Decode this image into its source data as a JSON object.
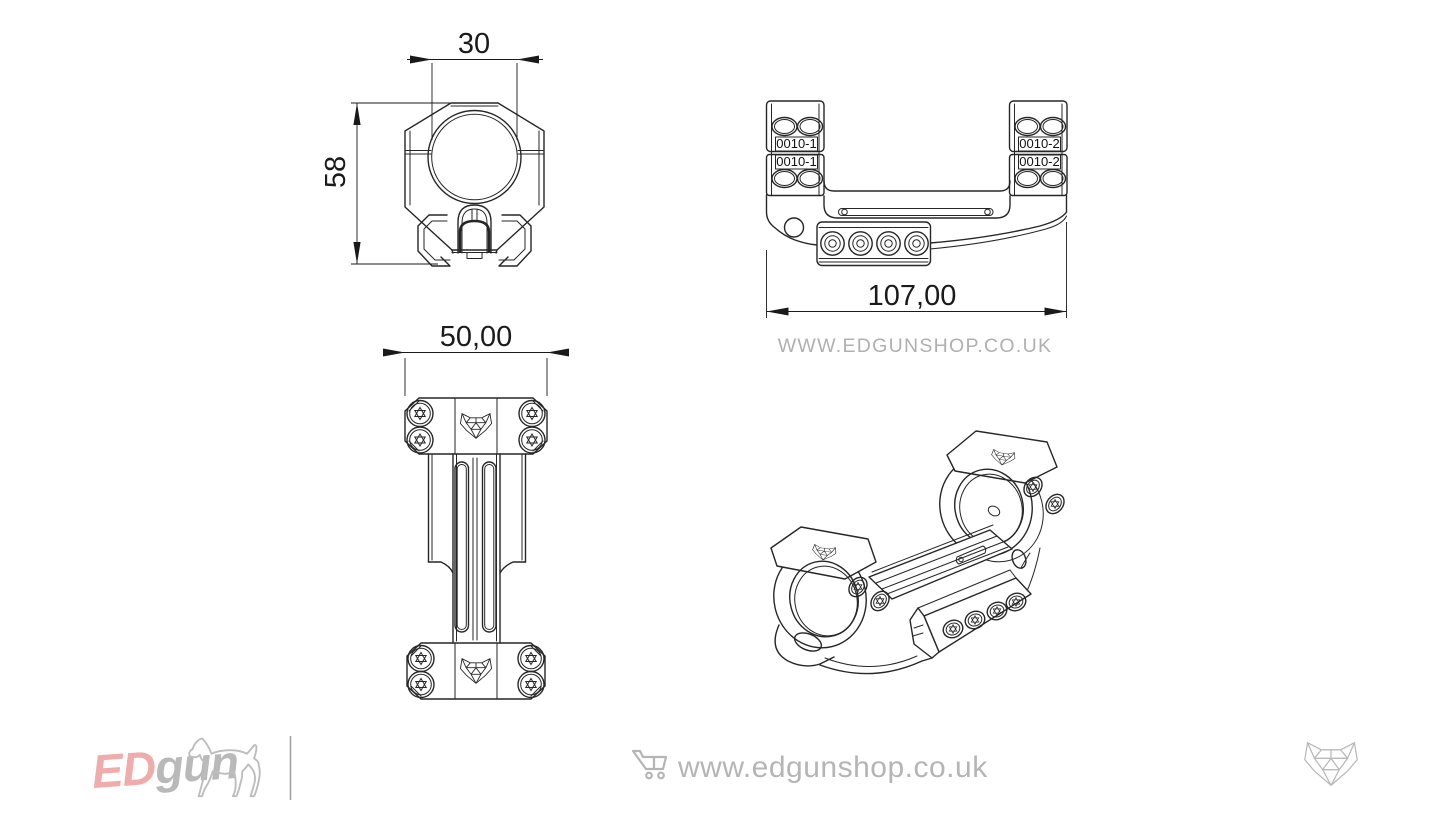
{
  "colors": {
    "background": "#ffffff",
    "drawing_line": "#262626",
    "dimension_text": "#1a1a1a",
    "watermark_gray": "#b0b0b0",
    "footer_gray": "#b5b5b5",
    "brand_pink": "#f0acaa",
    "divider_gray": "#9f9f9f"
  },
  "front_view": {
    "width_dim": "30",
    "height_dim": "58"
  },
  "top_view": {
    "width_dim": "50,00"
  },
  "side_view": {
    "width_dim": "107,00",
    "part_labels": {
      "left_top": "0010-1",
      "left_bottom": "0010-1",
      "right_top": "0010-2",
      "right_bottom": "0010-2"
    }
  },
  "watermark": {
    "text": "WWW.EDGUNSHOP.CO.UK"
  },
  "footer": {
    "brand_ed": "ED",
    "brand_gun": "gun",
    "url": "www.edgunshop.co.uk",
    "icons": {
      "dog": "dog-silhouette-icon",
      "cart": "shopping-cart-icon",
      "wolf": "wolf-head-logo-icon"
    }
  }
}
